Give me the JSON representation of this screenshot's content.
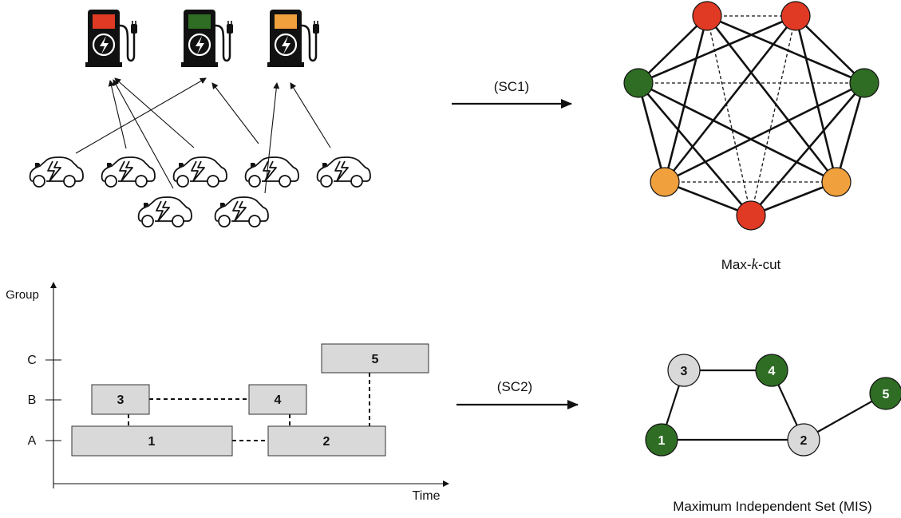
{
  "sc1": {
    "arrow_label": "(SC1)",
    "graph_label_prefix": "Max-",
    "graph_label_k": "k",
    "graph_label_suffix": "-cut",
    "station_colors": [
      "#e03a24",
      "#2e6d23",
      "#f0a03c"
    ],
    "node_colors": {
      "red": "#e03a24",
      "green": "#2e6d23",
      "orange": "#f0a03c"
    }
  },
  "timeline": {
    "y_axis_label": "Group",
    "x_axis_label": "Time",
    "groups": [
      "A",
      "B",
      "C"
    ],
    "blocks": [
      "1",
      "2",
      "3",
      "4",
      "5"
    ]
  },
  "sc2": {
    "arrow_label": "(SC2)",
    "graph_label": "Maximum Independent Set (MIS)",
    "nodes": [
      "1",
      "2",
      "3",
      "4",
      "5"
    ],
    "node_colors": {
      "selected": "#2e6d23",
      "unselected": "#d9d9d9"
    }
  }
}
